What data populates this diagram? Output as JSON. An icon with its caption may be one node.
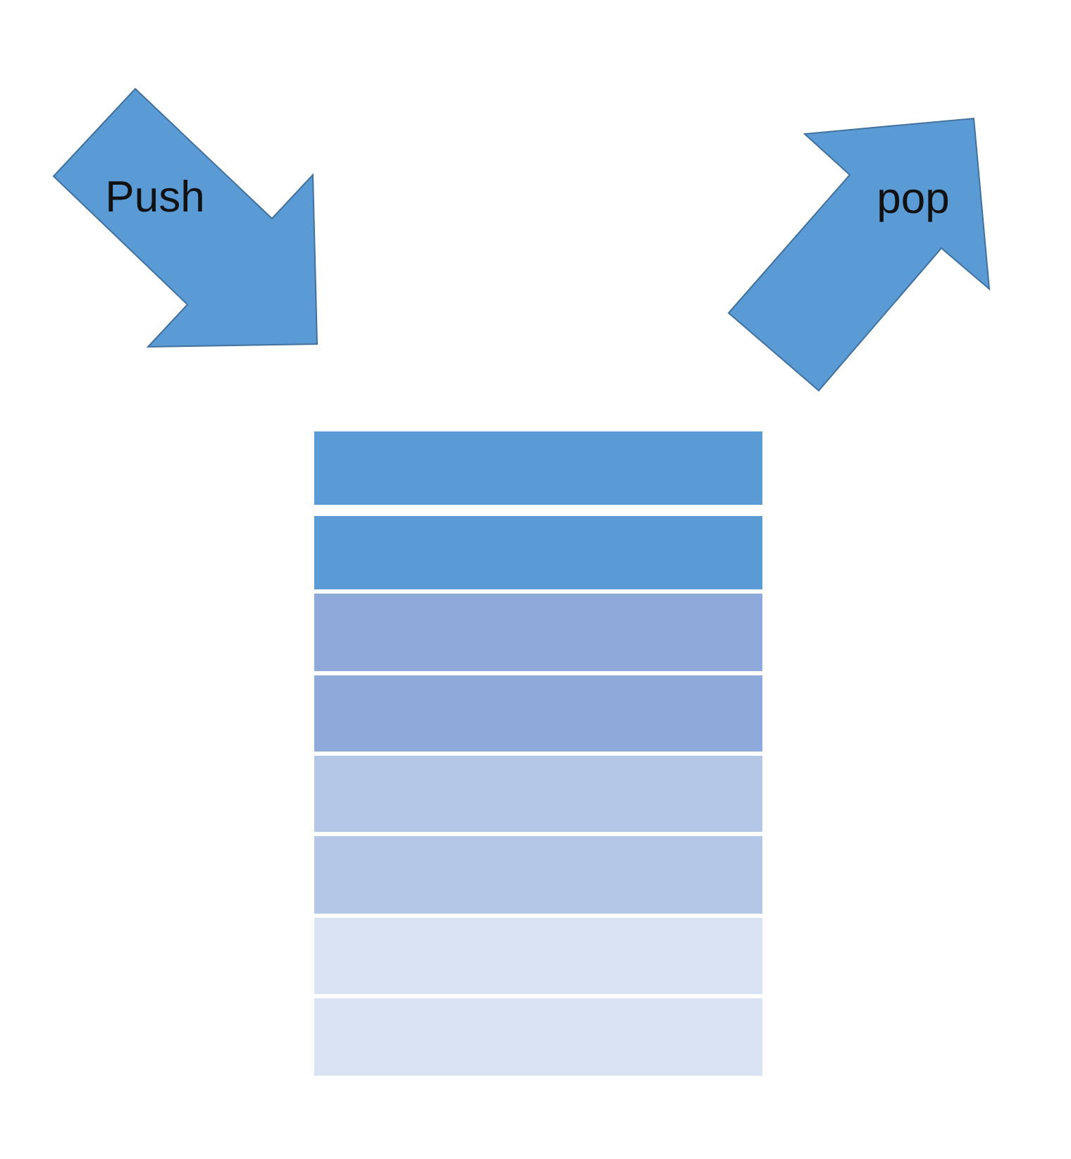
{
  "diagram": {
    "nodes": [
      {
        "text": [
          "Push"
        ]
      },
      {
        "text": [
          "pop"
        ]
      },
      {
        "text": [],
        "shape": "box"
      },
      {
        "text": [],
        "shape": "box"
      },
      {
        "text": [],
        "shape": "box"
      },
      {
        "text": [],
        "shape": "box"
      },
      {
        "text": [],
        "shape": "box"
      },
      {
        "text": [],
        "shape": "box"
      },
      {
        "text": [],
        "shape": "box"
      },
      {
        "text": [],
        "shape": "box"
      }
    ]
  }
}
